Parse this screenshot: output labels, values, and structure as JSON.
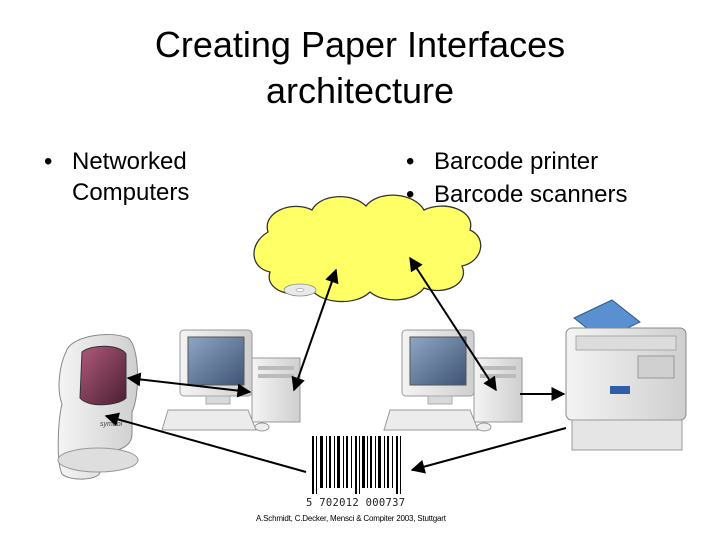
{
  "slide": {
    "title_line1": "Creating Paper Interfaces",
    "title_line2": "architecture",
    "left_bullets": [
      "Networked Computers"
    ],
    "right_bullets": [
      "Barcode printer",
      "Barcode scanners"
    ],
    "barcode_number": "5  702012  000737",
    "scanner_brand": "symbol",
    "credit": "A.Schmidt, C.Decker, Mensci & Compiter 2003, Stuttgart"
  },
  "colors": {
    "cloud_fill": "#ffff66",
    "arrow": "#000000",
    "device_body": "#e8e8e8",
    "screen": "#5a6f8c"
  },
  "icons": {
    "scanner": "barcode-scanner-icon",
    "computer": "desktop-computer-icon",
    "printer": "printer-icon",
    "cloud": "network-cloud-icon",
    "barcode": "barcode-icon"
  }
}
